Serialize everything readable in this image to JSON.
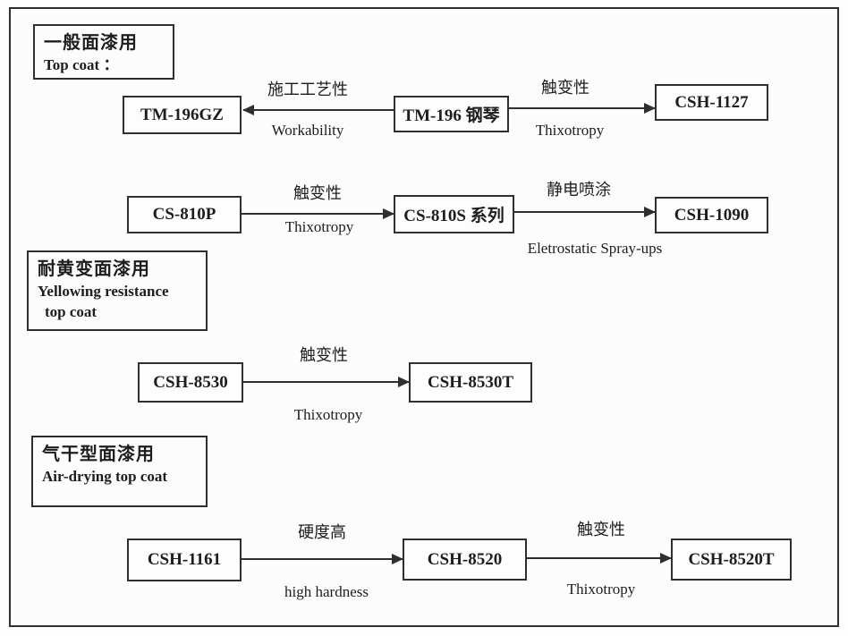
{
  "sections": {
    "general": {
      "zh": "一般面漆用",
      "en": "Top coat ："
    },
    "yellowing": {
      "zh": "耐黄变面漆用",
      "en1": "Yellowing resistance",
      "en2": "top coat"
    },
    "air_drying": {
      "zh": "气干型面漆用",
      "en": "Air-drying top coat"
    }
  },
  "nodes": {
    "tm196gz": "TM-196GZ",
    "tm196": "TM-196 钢琴",
    "csh1127": "CSH-1127",
    "cs810p": "CS-810P",
    "cs810s": "CS-810S 系列",
    "csh1090": "CSH-1090",
    "csh8530": "CSH-8530",
    "csh8530t": "CSH-8530T",
    "csh1161": "CSH-1161",
    "csh8520": "CSH-8520",
    "csh8520t": "CSH-8520T"
  },
  "edges": {
    "workability": {
      "zh": "施工工艺性",
      "en": "Workability"
    },
    "thixotropy_1": {
      "zh": "触变性",
      "en": "Thixotropy"
    },
    "thixotropy_2": {
      "zh": "触变性",
      "en": "Thixotropy"
    },
    "electrostatic": {
      "zh": "静电喷涂",
      "en": "Eletrostatic Spray-ups"
    },
    "thixotropy_3": {
      "zh": "触变性",
      "en": "Thixotropy"
    },
    "hardness": {
      "zh": "硬度高",
      "en": "high hardness"
    },
    "thixotropy_4": {
      "zh": "触变性",
      "en": "Thixotropy"
    }
  },
  "colors": {
    "line": "#2f2f2f",
    "background": "#fcfcfc",
    "text": "#1d1d1d"
  }
}
